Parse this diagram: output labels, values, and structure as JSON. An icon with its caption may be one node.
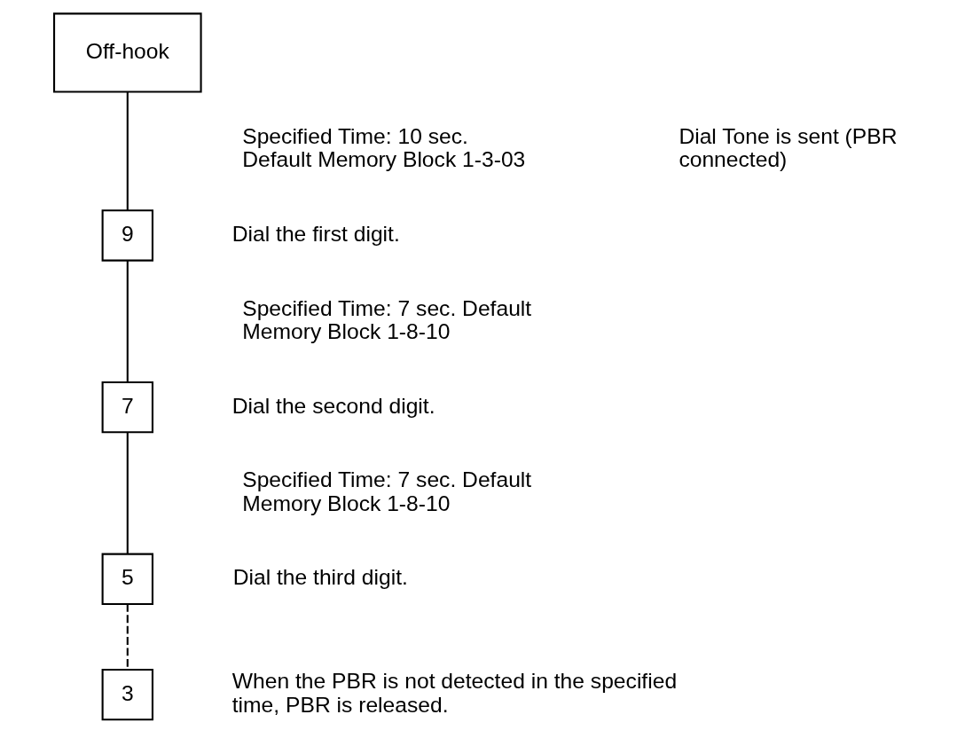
{
  "diagram": {
    "nodes": [
      {
        "text": [
          "Off-hook"
        ]
      },
      {
        "text": [
          "9"
        ],
        "beside": [
          "Dial the first digit."
        ]
      },
      {
        "text": [
          "7"
        ],
        "beside": [
          "Dial the second digit."
        ]
      },
      {
        "text": [
          "5"
        ],
        "beside": [
          "Dial the third digit."
        ]
      },
      {
        "text": [
          "3"
        ],
        "beside": [
          "When the PBR is not detected in the specified time, PBR is released."
        ]
      }
    ],
    "edges": [
      {
        "from": 0,
        "to": 1,
        "arrow": "none"
      },
      {
        "from": 1,
        "to": 2,
        "arrow": "none"
      },
      {
        "from": 2,
        "to": 3,
        "arrow": "none"
      },
      {
        "from": 3,
        "to": 4,
        "arrow": "none",
        "style": "dashed"
      }
    ],
    "labels": [
      "Specified Time: 10 sec. Default Memory Block 1-3-03",
      "Dial Tone is sent (PBR connected)",
      "Specified Time: 7 sec. Default Memory Block 1-8-10",
      "Specified Time: 7 sec. Default Memory Block 1-8-10"
    ]
  }
}
